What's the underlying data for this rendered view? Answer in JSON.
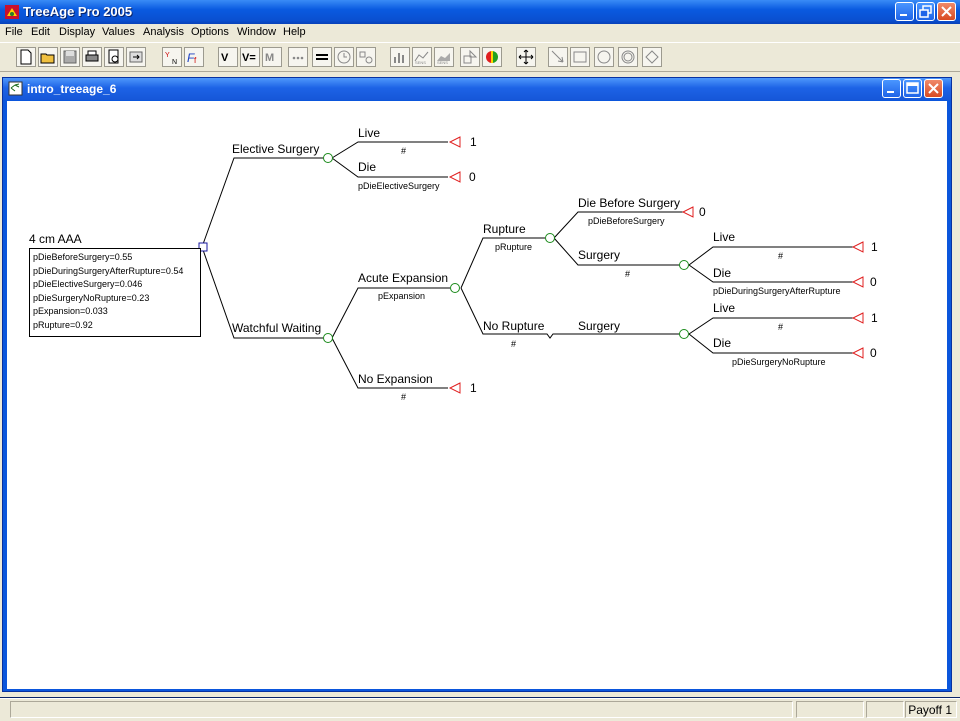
{
  "app": {
    "title": "TreeAge Pro 2005"
  },
  "menu": [
    "File",
    "Edit",
    "Display",
    "Values",
    "Analysis",
    "Options",
    "Window",
    "Help"
  ],
  "document": {
    "title": "intro_treeage_6"
  },
  "status": {
    "payoff": "Payoff 1"
  },
  "tree": {
    "root": {
      "label": "4 cm AAA",
      "variables": [
        "pDieBeforeSurgery=0.55",
        "pDieDuringSurgeryAfterRupture=0.54",
        "pDieElectiveSurgery=0.046",
        "pDieSurgeryNoRupture=0.23",
        "pExpansion=0.033",
        "pRupture=0.92"
      ]
    },
    "elective": {
      "label": "Elective Surgery",
      "live": {
        "label": "Live",
        "prob": "#",
        "payoff": "1"
      },
      "die": {
        "label": "Die",
        "prob": "pDieElectiveSurgery",
        "payoff": "0"
      }
    },
    "watchful": {
      "label": "Watchful Waiting",
      "acute": {
        "label": "Acute Expansion",
        "prob": "pExpansion",
        "rupture": {
          "label": "Rupture",
          "prob": "pRupture",
          "die_before": {
            "label": "Die Before Surgery",
            "prob": "pDieBeforeSurgery",
            "payoff": "0"
          },
          "surgery": {
            "label": "Surgery",
            "prob": "#",
            "live": {
              "label": "Live",
              "prob": "#",
              "payoff": "1"
            },
            "die": {
              "label": "Die",
              "prob": "pDieDuringSurgeryAfterRupture",
              "payoff": "0"
            }
          }
        },
        "no_rupture": {
          "label": "No Rupture",
          "prob": "#",
          "surgery": {
            "label": "Surgery",
            "live": {
              "label": "Live",
              "prob": "#",
              "payoff": "1"
            },
            "die": {
              "label": "Die",
              "prob": "pDieSurgeryNoRupture",
              "payoff": "0"
            }
          }
        }
      },
      "no_expansion": {
        "label": "No Expansion",
        "prob": "#",
        "payoff": "1"
      }
    }
  }
}
